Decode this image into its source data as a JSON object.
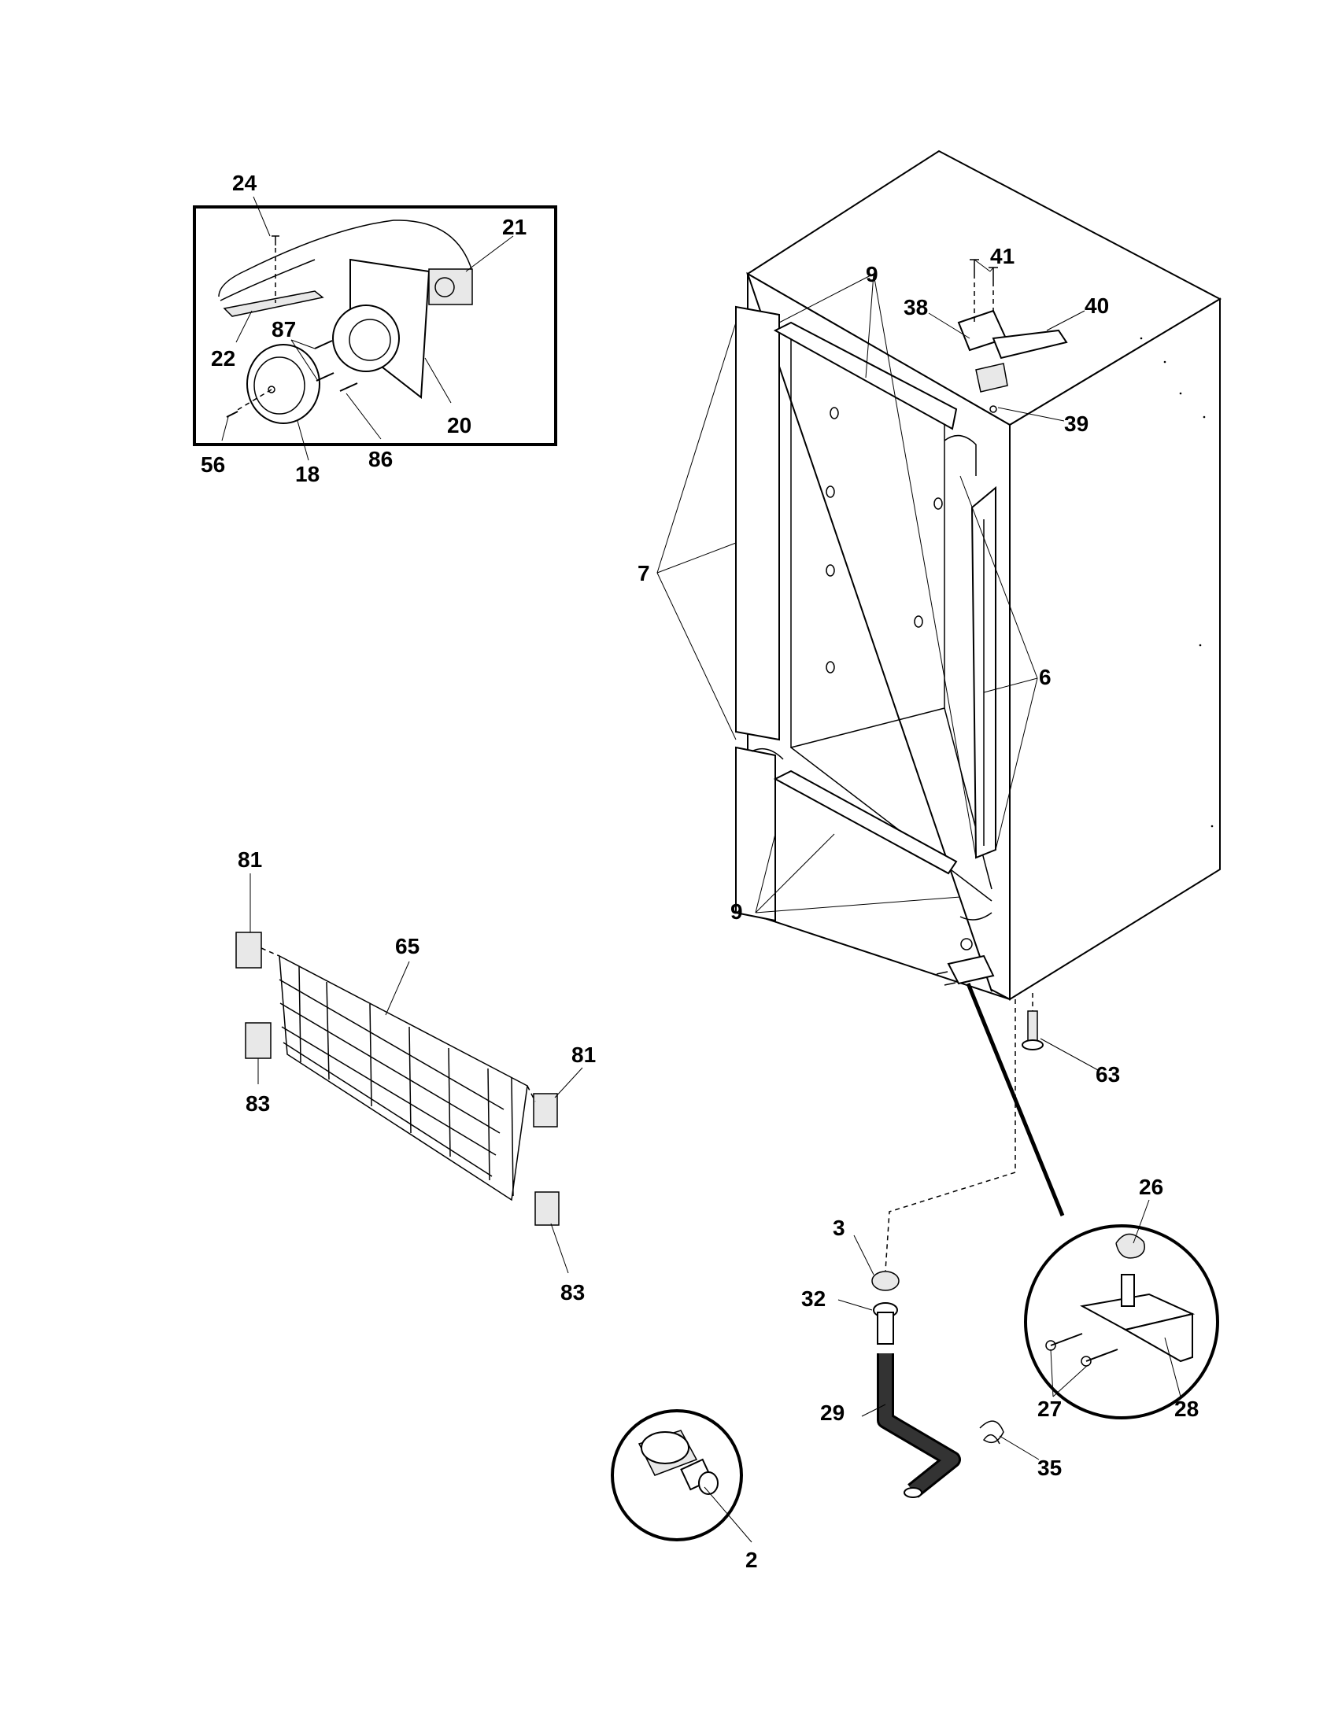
{
  "labels": {
    "p2": "2",
    "p3": "3",
    "p6": "6",
    "p7": "7",
    "p9a": "9",
    "p9b": "9",
    "p18": "18",
    "p20": "20",
    "p21": "21",
    "p22": "22",
    "p24": "24",
    "p26": "26",
    "p27": "27",
    "p28": "28",
    "p29": "29",
    "p32": "32",
    "p35": "35",
    "p38": "38",
    "p39": "39",
    "p40": "40",
    "p41": "41",
    "p56": "56",
    "p63": "63",
    "p65": "65",
    "p81a": "81",
    "p81b": "81",
    "p83a": "83",
    "p83b": "83",
    "p86": "86",
    "p87": "87"
  }
}
